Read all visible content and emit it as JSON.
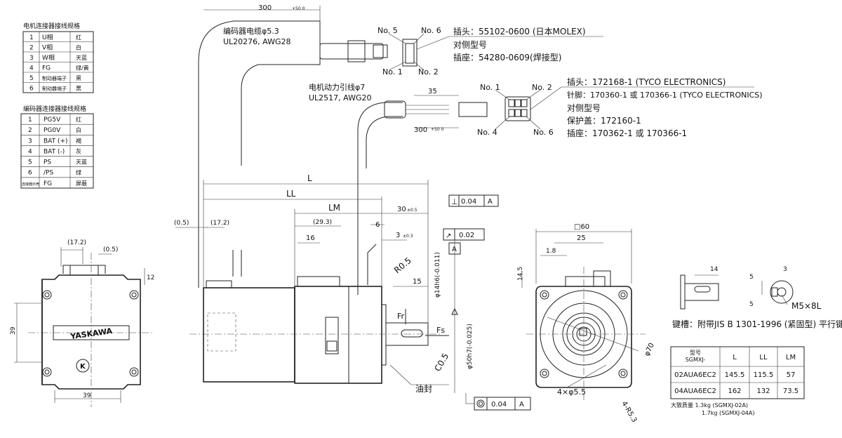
{
  "pin_table_motor": {
    "title": "电机连接器接线规格",
    "rows": [
      {
        "no": "1",
        "sig": "U相",
        "color": "红"
      },
      {
        "no": "2",
        "sig": "V相",
        "color": "白"
      },
      {
        "no": "3",
        "sig": "W相",
        "color": "天蓝"
      },
      {
        "no": "4",
        "sig": "FG",
        "color": "绿/黄"
      },
      {
        "no": "5",
        "sig": "制动器端子",
        "color": "黑"
      },
      {
        "no": "6",
        "sig": "制动器端子",
        "color": "黑"
      }
    ]
  },
  "pin_table_encoder": {
    "title": "编码器连接器接线规格",
    "rows": [
      {
        "no": "1",
        "sig": "PG5V",
        "color": "红"
      },
      {
        "no": "2",
        "sig": "PG0V",
        "color": "白"
      },
      {
        "no": "3",
        "sig": "BAT (+)",
        "color": "褐"
      },
      {
        "no": "4",
        "sig": "BAT (-)",
        "color": "灰"
      },
      {
        "no": "5",
        "sig": "PS",
        "color": "天蓝"
      },
      {
        "no": "6",
        "sig": "/PS",
        "color": "绿"
      },
      {
        "no": "连接器外壳",
        "sig": "FG",
        "color": "屏蔽"
      }
    ]
  },
  "encoder_cable": {
    "line1": "编码器电缆φ5.3",
    "line2": "UL20276, AWG28",
    "length": "300"
  },
  "encoder_connector": {
    "pin_tl": "No. 5",
    "pin_tr": "No. 6",
    "pin_bl": "No. 1",
    "pin_br": "No. 2",
    "plug": "插头：55102-0600 (日本MOLEX)",
    "mating": "对侧型号",
    "socket": "插座：54280-0609(焊接型)"
  },
  "power_cable": {
    "line1": "电机动力引线φ7",
    "line2": "UL2517, AWG20",
    "length": "300",
    "dim_35": "35"
  },
  "power_connector": {
    "pin_tl": "No. 1",
    "pin_tr": "No. 2",
    "pin_bl": "No. 4",
    "pin_br": "No. 6",
    "plug": "插头：172168-1 (TYCO ELECTRONICS)",
    "pins": "针脚：170360-1 或 170366-1 (TYCO ELECTRONICS)",
    "mating": "对侧型号",
    "cover": "保护盖：172160-1",
    "socket": "插座：170362-1 或 170366-1"
  },
  "side_view": {
    "L": "L",
    "LL": "LL",
    "LM": "LM",
    "d05": "(0.5)",
    "d172": "(17.2)",
    "d293": "(29.3)",
    "d16": "16",
    "d30": "30",
    "d6": "6",
    "d3": "3",
    "R05": "R0.5",
    "d15": "15",
    "Fr": "Fr",
    "Fs": "Fs",
    "d14h6": "φ14h6(-0.011)",
    "d50h7": "φ50h7(-0.025)",
    "C05": "C0.5",
    "oil_seal": "油封",
    "tol_perp": "0.04",
    "tol_perp_ref": "A",
    "tol_run": "0.02",
    "tol_run_ref": "A",
    "tol_conc": "0.04",
    "tol_conc_ref": "A",
    "datum": "A"
  },
  "rear_view": {
    "d172": "(17.2)",
    "d05": "(0.5)",
    "d12": "12",
    "d39v": "39",
    "d39h": "39",
    "brand": "YASKAWA"
  },
  "front_view": {
    "sq60": "□60",
    "d25": "25",
    "d18": "1.8",
    "d145": "14.5",
    "phi70": "φ70",
    "holes": "4×φ5.5",
    "radius": "4-R5.3"
  },
  "key_detail": {
    "d14": "14",
    "d5a": "5",
    "d5b": "5",
    "d3": "3",
    "thread": "M5×8L",
    "note": "键槽：附带JIS B 1301-1996 (紧固型) 平行键"
  },
  "spec_table": {
    "headers": [
      "型号\nSGMXJ-",
      "L",
      "LL",
      "LM"
    ],
    "rows": [
      [
        "02AUA6EC2",
        "145.5",
        "115.5",
        "57"
      ],
      [
        "04AUA6EC2",
        "162",
        "132",
        "73.5"
      ]
    ],
    "mass_line1": "大致质量 1.3kg (SGMXJ-02A)",
    "mass_line2": "1.7kg (SGMXJ-04A)"
  }
}
